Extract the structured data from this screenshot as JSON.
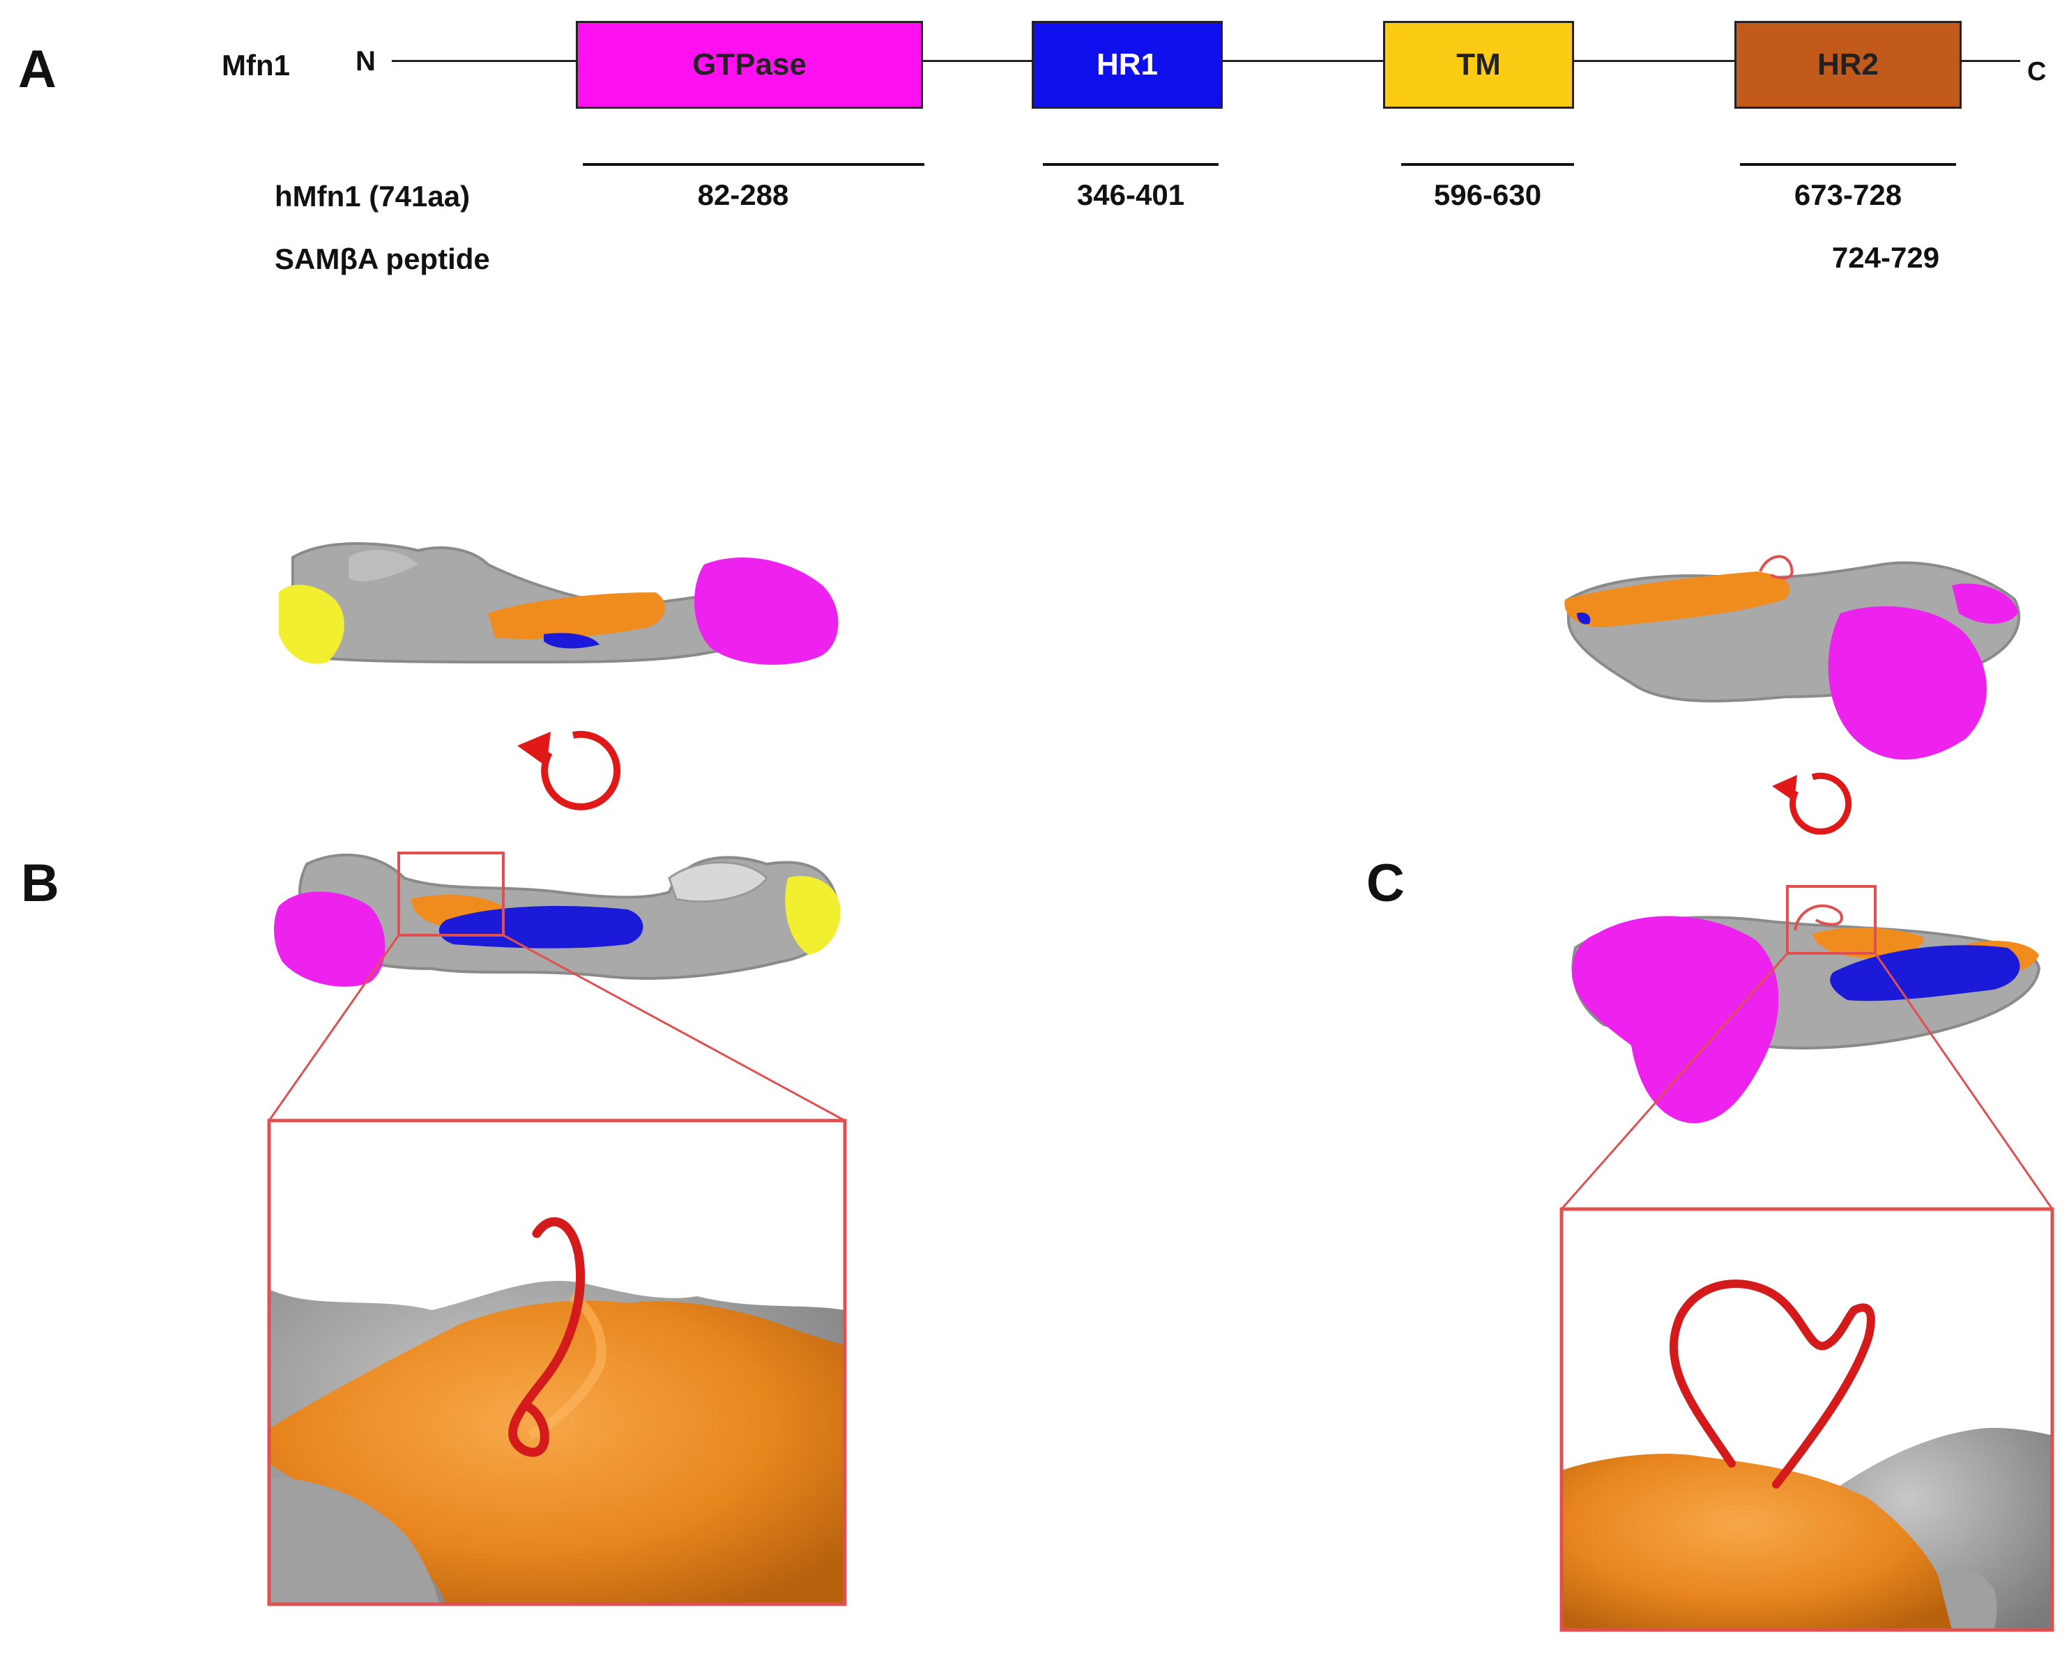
{
  "panels": {
    "a": "A",
    "b": "B",
    "c": "C"
  },
  "protein": {
    "name": "Mfn1",
    "n_term": "N",
    "c_term": "C"
  },
  "domains": [
    {
      "name": "GTPase",
      "range": "82-288",
      "fill": "#ff10f0",
      "text_color": "#222222"
    },
    {
      "name": "HR1",
      "range": "346-401",
      "fill": "#1010ee",
      "text_color": "#ffffff"
    },
    {
      "name": "TM",
      "range": "596-630",
      "fill": "#fccc14",
      "text_color": "#222222"
    },
    {
      "name": "HR2",
      "range": "673-728",
      "fill": "#c25a1c",
      "text_color": "#222222"
    }
  ],
  "rows": {
    "protein_label": "hMfn1 (741aa)",
    "peptide_label": "SAMβA peptide",
    "peptide_range": "724-729"
  },
  "colors": {
    "surface_gray": "#a8a8a8",
    "gtpase": "#ee22ee",
    "hr1": "#1a1ad8",
    "hr2": "#f08c1e",
    "tm": "#f2ee30",
    "peptide": "#dd1a1a",
    "zoom_frame": "#e05050"
  }
}
